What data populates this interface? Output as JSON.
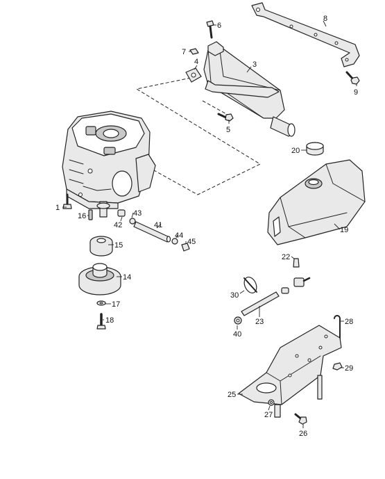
{
  "callouts": [
    {
      "key": "c1",
      "text": "1"
    },
    {
      "key": "c3",
      "text": "3"
    },
    {
      "key": "c4",
      "text": "4"
    },
    {
      "key": "c5",
      "text": "5"
    },
    {
      "key": "c6",
      "text": "6"
    },
    {
      "key": "c7",
      "text": "7"
    },
    {
      "key": "c8",
      "text": "8"
    },
    {
      "key": "c9",
      "text": "9"
    },
    {
      "key": "c14",
      "text": "14"
    },
    {
      "key": "c15",
      "text": "15"
    },
    {
      "key": "c16",
      "text": "16"
    },
    {
      "key": "c17",
      "text": "17"
    },
    {
      "key": "c18",
      "text": "18"
    },
    {
      "key": "c19",
      "text": "19"
    },
    {
      "key": "c20",
      "text": "20"
    },
    {
      "key": "c22",
      "text": "22"
    },
    {
      "key": "c23",
      "text": "23"
    },
    {
      "key": "c25",
      "text": "25"
    },
    {
      "key": "c26",
      "text": "26"
    },
    {
      "key": "c27",
      "text": "27"
    },
    {
      "key": "c28",
      "text": "28"
    },
    {
      "key": "c29",
      "text": "29"
    },
    {
      "key": "c30",
      "text": "30"
    },
    {
      "key": "c40",
      "text": "40"
    },
    {
      "key": "c41",
      "text": "41"
    },
    {
      "key": "c42",
      "text": "42"
    },
    {
      "key": "c43",
      "text": "43"
    },
    {
      "key": "c44",
      "text": "44"
    },
    {
      "key": "c45",
      "text": "45"
    }
  ],
  "colors": {
    "line": "#222222",
    "fill": "#e9e9e9",
    "background": "#ffffff"
  }
}
